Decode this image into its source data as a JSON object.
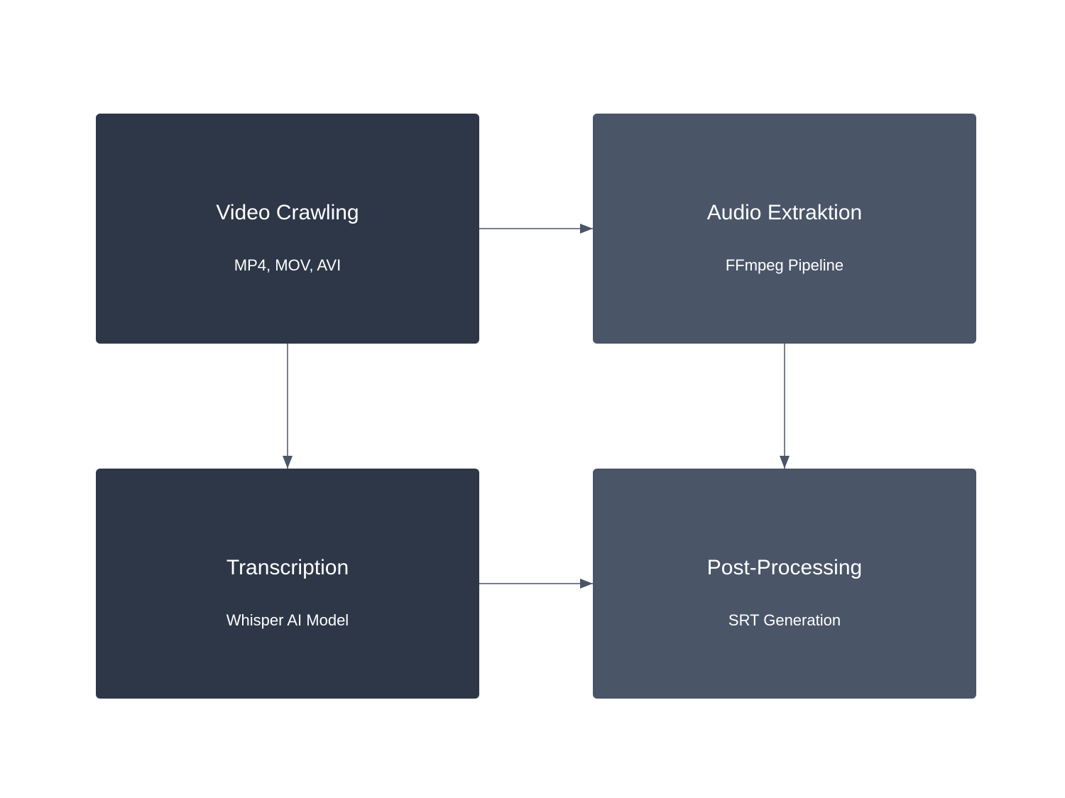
{
  "nodes": [
    {
      "title": "Video Crawling",
      "subtitle": "MP4, MOV, AVI",
      "color": "#2d3748"
    },
    {
      "title": "Audio Extraktion",
      "subtitle": "FFmpeg Pipeline",
      "color": "#4a5568"
    },
    {
      "title": "Transcription",
      "subtitle": "Whisper AI Model",
      "color": "#2d3748"
    },
    {
      "title": "Post-Processing",
      "subtitle": "SRT Generation",
      "color": "#4a5568"
    }
  ],
  "edges": [
    {
      "from": "Video Crawling",
      "to": "Audio Extraktion"
    },
    {
      "from": "Video Crawling",
      "to": "Transcription"
    },
    {
      "from": "Audio Extraktion",
      "to": "Post-Processing"
    },
    {
      "from": "Transcription",
      "to": "Post-Processing"
    }
  ],
  "colors": {
    "edge": "#4a5568",
    "background": "#ffffff",
    "text": "#ffffff"
  }
}
